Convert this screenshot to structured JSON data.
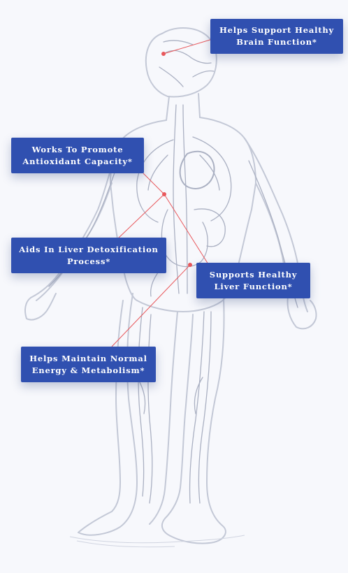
{
  "callouts": {
    "brain": {
      "line1": "Helps Support Healthy",
      "line2": "Brain Function*"
    },
    "antioxidant": {
      "line1": "Works To Promote",
      "line2": "Antioxidant Capacity*"
    },
    "detox": {
      "line1": "Aids In Liver Detoxification",
      "line2": "Process*"
    },
    "liver": {
      "line1": "Supports Healthy",
      "line2": "Liver Function*"
    },
    "energy": {
      "line1": "Helps Maintain Normal",
      "line2": "Energy & Metabolism*"
    }
  },
  "colors": {
    "callout_bg": "#3050b0",
    "callout_text": "#ffffff",
    "leader_line": "#e8585c",
    "marker_dot": "#e8585c",
    "figure_stroke": "#c3c8d6",
    "figure_vessels": "#aab0c2",
    "background": "#f7f8fc"
  },
  "figure": {
    "icon": "human-circulatory-system-illustration"
  }
}
